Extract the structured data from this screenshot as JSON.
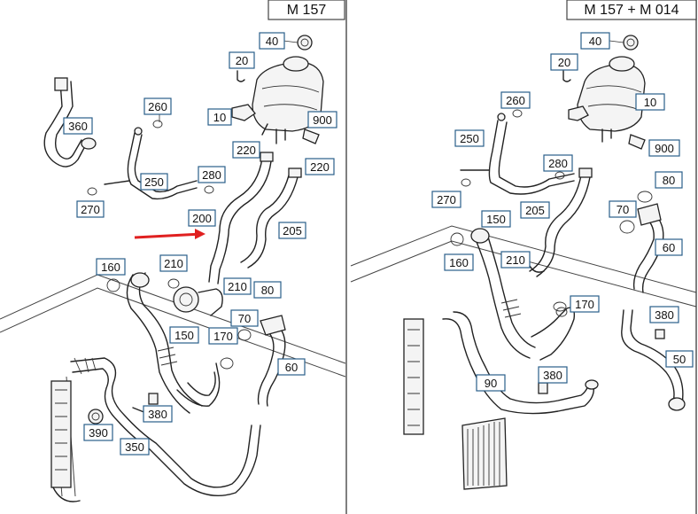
{
  "panels": [
    {
      "id": "left",
      "header": "M 157"
    },
    {
      "id": "right",
      "header": "M 157 + M 014"
    }
  ],
  "left_callouts": [
    "40",
    "20",
    "260",
    "10",
    "900",
    "360",
    "220",
    "220",
    "280",
    "250",
    "270",
    "200",
    "205",
    "160",
    "210",
    "210",
    "80",
    "70",
    "170",
    "150",
    "60",
    "390",
    "380",
    "350"
  ],
  "right_callouts": [
    "40",
    "20",
    "260",
    "10",
    "250",
    "900",
    "280",
    "80",
    "270",
    "205",
    "150",
    "70",
    "60",
    "160",
    "210",
    "170",
    "380",
    "90",
    "380",
    "50"
  ],
  "arrow_color": "#e02020",
  "callout_border_color": "#2a5f8a"
}
